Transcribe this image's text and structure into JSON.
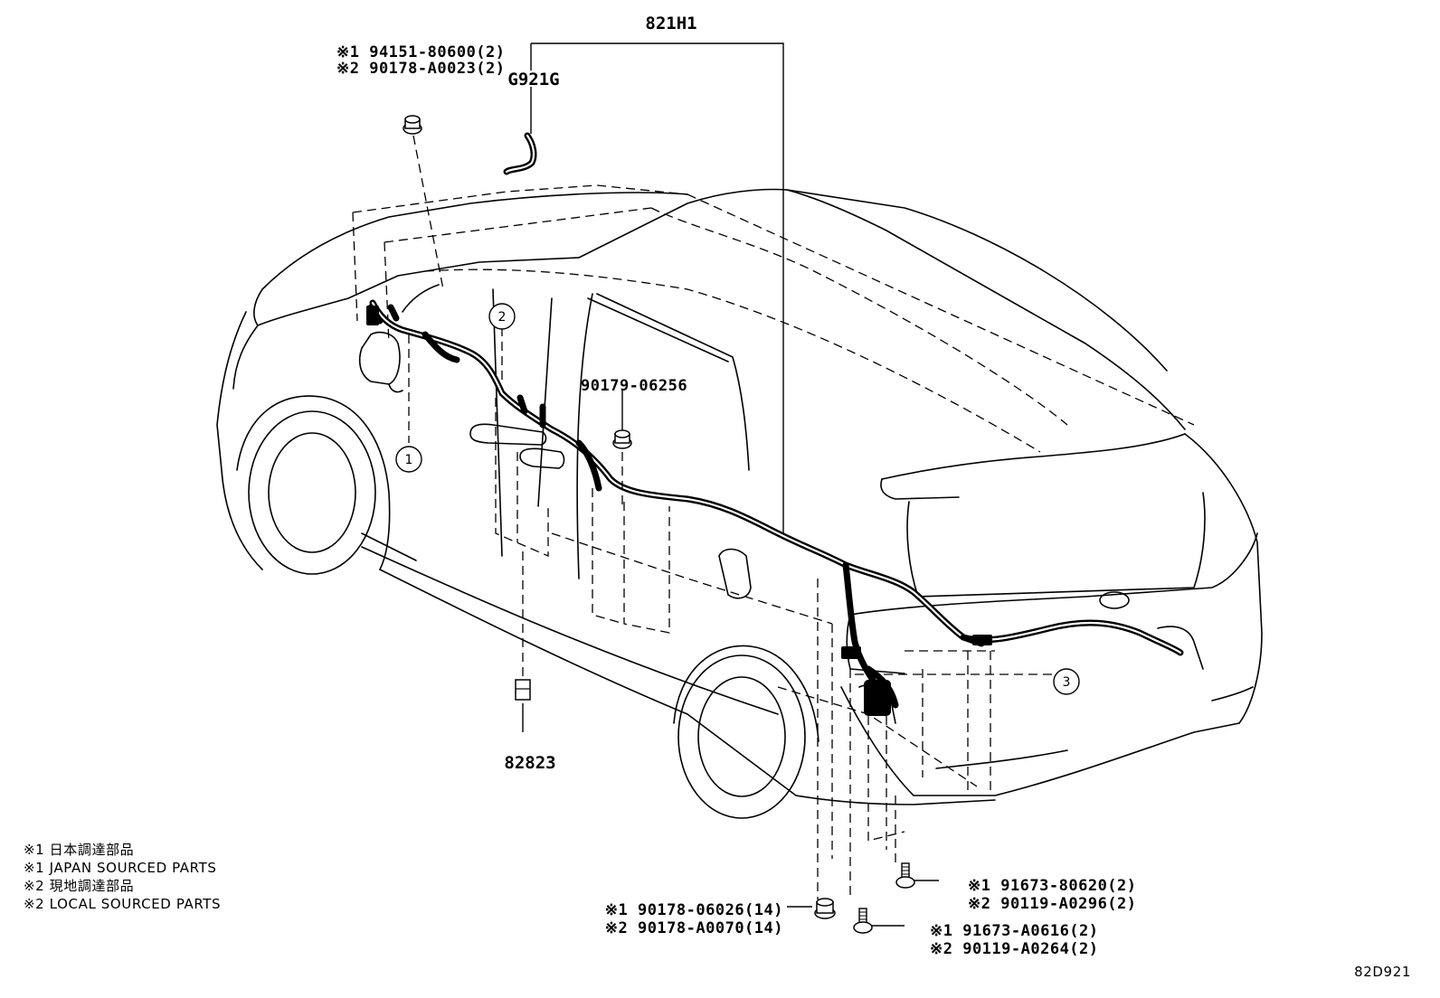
{
  "callouts": {
    "main_harness": "821H1",
    "sub_harness": "G921G",
    "mirror_clip_jp": "※1 94151-80600(2)",
    "mirror_clip_local": "※2 90178-A0023(2)",
    "roof_clip": "90179-06256",
    "door_connector": "82823",
    "rear_nut_jp": "※1 90178-06026(14)",
    "rear_nut_local": "※2 90178-A0070(14)",
    "rear_bolt_a_jp": "※1 91673-80620(2)",
    "rear_bolt_a_local": "※2 90119-A0296(2)",
    "rear_bolt_b_jp": "※1 91673-A0616(2)",
    "rear_bolt_b_local": "※2 90119-A0264(2)"
  },
  "markers": {
    "m1": "1",
    "m2": "2",
    "m3": "3"
  },
  "legend": [
    "※1 日本調達部品",
    "※1 JAPAN SOURCED PARTS",
    "※2 現地調達部品",
    "※2 LOCAL SOURCED PARTS"
  ],
  "diagram_code": "82D921"
}
